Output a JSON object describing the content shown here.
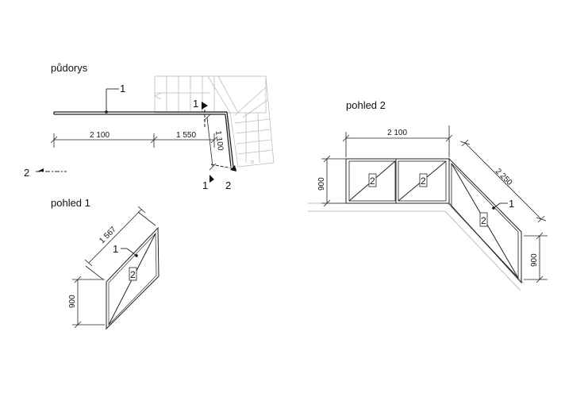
{
  "plan": {
    "title": "půdorys",
    "dims": {
      "left": "2 100",
      "middle": "1 550",
      "vertical": "1 100"
    },
    "labels": {
      "railing": "1",
      "section_1": "1",
      "section_1_bottom": "1",
      "section_2_bottom": "2",
      "section_2_left": "2"
    }
  },
  "view1": {
    "title": "pohled 1",
    "dims": {
      "diagonal": "1 567",
      "height": "900"
    },
    "labels": {
      "railing": "1",
      "panel": "2"
    }
  },
  "view2": {
    "title": "pohled 2",
    "dims": {
      "top": "2 100",
      "diagonal": "2 250",
      "height_left": "900",
      "height_right": "900"
    },
    "labels": {
      "railing": "1",
      "panel_a": "2",
      "panel_b": "2",
      "panel_c": "2"
    }
  }
}
